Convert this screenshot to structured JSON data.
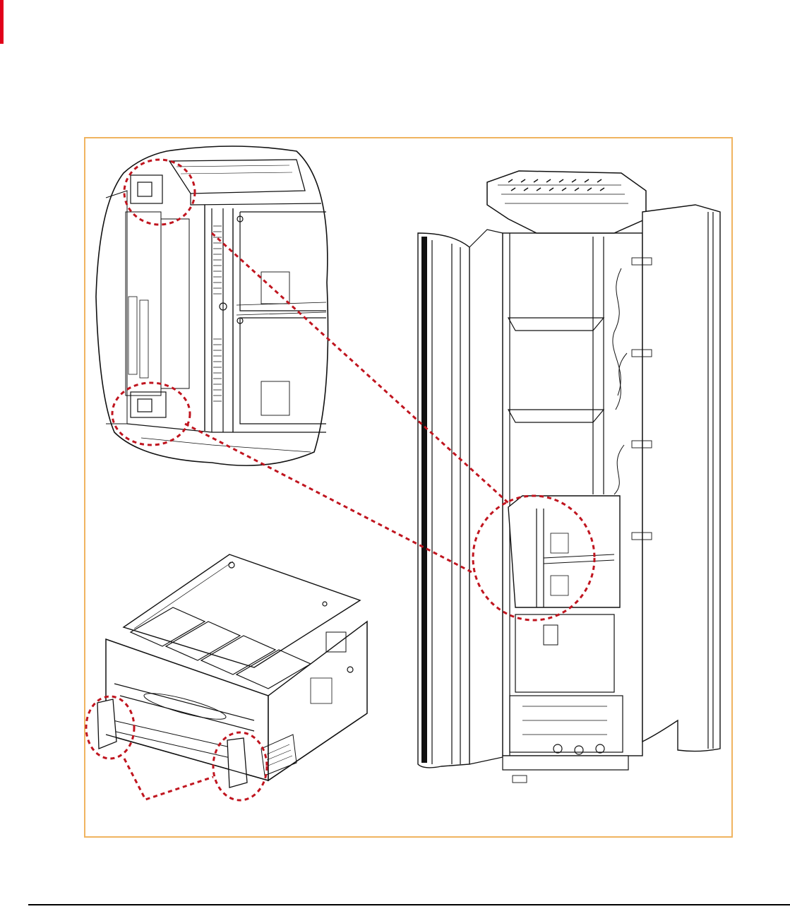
{
  "colors": {
    "accent_red": "#e1001a",
    "callout_red": "#c0151f",
    "frame_orange": "#f0b460",
    "line": "#111111",
    "background": "#ffffff"
  },
  "icons": [
    "zoom-callout-circle",
    "cabinet-illustration",
    "module-illustration",
    "detail-inset"
  ],
  "cabinet": {
    "unit_labels": [
      "",
      "",
      "",
      ""
    ],
    "base_label": ""
  }
}
